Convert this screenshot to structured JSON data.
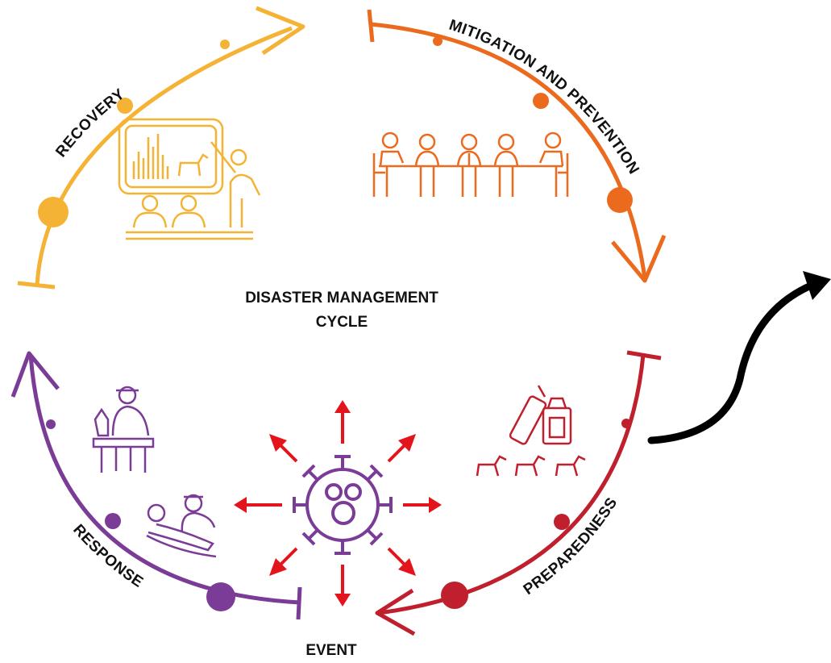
{
  "diagram": {
    "title_line1": "DISASTER MANAGEMENT",
    "title_line2": "CYCLE",
    "event_label": "EVENT",
    "phases": {
      "recovery": {
        "label": "RECOVERY",
        "color": "#F5B335"
      },
      "mitigation": {
        "label": "MITIGATION AND PREVENTION",
        "color": "#EB6A1E"
      },
      "preparedness": {
        "label": "PREPAREDNESS",
        "color": "#C0202E"
      },
      "response": {
        "label": "RESPONSE",
        "color": "#7A3C96"
      }
    },
    "icons": {
      "recovery": "training-presentation-icon",
      "mitigation": "meeting-table-icon",
      "preparedness": "supplies-and-dogs-icon",
      "response": "veterinary-care-icon",
      "event": "virus-outbreak-icon"
    },
    "arrow_colors": {
      "burst": "#E3141B",
      "connector": "#000000"
    }
  }
}
